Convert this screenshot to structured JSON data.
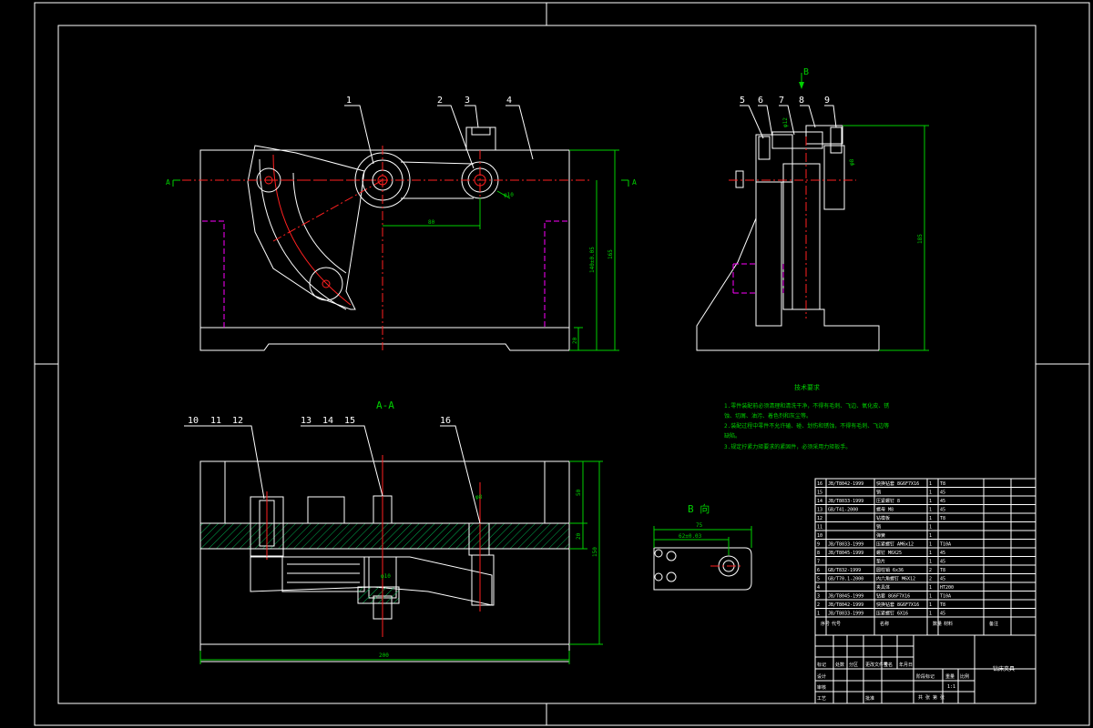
{
  "balloons_top": [
    "1",
    "2",
    "3",
    "4",
    "5",
    "6",
    "7",
    "8",
    "9"
  ],
  "balloons_bottom": [
    "10",
    "11",
    "12",
    "13",
    "14",
    "15",
    "16"
  ],
  "view_labels": {
    "section_aa": "A-A",
    "view_b": "B 向",
    "arrow_b": "B",
    "cut_left": "A",
    "cut_right": "A"
  },
  "dimensions": {
    "d80": "80",
    "d165": "165",
    "d140": "140±0.05",
    "d20_front": "20",
    "d185": "185",
    "d200": "200",
    "d50": "50",
    "d20_sec": "20",
    "d150": "150",
    "d75": "75",
    "d62": "62±0.03",
    "phi_a": "φ10",
    "phi_b": "φ8",
    "phi_c": "φ10",
    "phi_d": "φ12",
    "phi_e": "φ8"
  },
  "notes": {
    "title": "技术要求",
    "lines": [
      "1.零件装配前必须清理和清洗干净，不得有毛刺、飞边、氧化皮、锈",
      "蚀、切屑、油污、着色剂和灰尘等。",
      "2.装配过程中零件不允许磕、碰、划伤和锈蚀，不得有毛刺、飞边等",
      "缺陷。",
      "3.规定拧紧力矩要求的紧固件，必须采用力矩扳手。"
    ]
  },
  "bom": [
    [
      "16",
      "JB/T8042-1999",
      "快换钻套 8G6F7X16",
      "1",
      "T8",
      ""
    ],
    [
      "15",
      "",
      "销",
      "1",
      "45",
      ""
    ],
    [
      "14",
      "JB/T8033-1999",
      "压紧螺钉 8",
      "1",
      "45",
      ""
    ],
    [
      "13",
      "GB/T41-2000",
      "螺母 M8",
      "1",
      "45",
      ""
    ],
    [
      "12",
      "",
      "钻模板",
      "1",
      "T8",
      ""
    ],
    [
      "11",
      "",
      "销",
      "1",
      "",
      ""
    ],
    [
      "10",
      "",
      "弹簧",
      "1",
      "",
      ""
    ],
    [
      "9",
      "JB/T8033-1999",
      "压紧螺钉 AM6x12",
      "1",
      "T10A",
      ""
    ],
    [
      "8",
      "JB/T8045-1999",
      "螺钉 M6X25",
      "1",
      "45",
      ""
    ],
    [
      "7",
      "",
      "垫片",
      "1",
      "45",
      ""
    ],
    [
      "6",
      "GB/T832-1999",
      "圆柱销 6x36",
      "2",
      "T8",
      ""
    ],
    [
      "5",
      "GB/T70.1-2000",
      "内六角螺钉 M6X12",
      "2",
      "45",
      ""
    ],
    [
      "4",
      "",
      "夹具体",
      "1",
      "HT200",
      ""
    ],
    [
      "3",
      "JB/T8045-1999",
      "钻套 8G6F7X16",
      "1",
      "T10A",
      ""
    ],
    [
      "2",
      "JB/T8042-1999",
      "快换钻套 8G6F7X16",
      "1",
      "T8",
      ""
    ],
    [
      "1",
      "JB/T8033-1999",
      "压紧螺钉 6X16",
      "1",
      "45",
      ""
    ]
  ],
  "bom_header": [
    "序号",
    "代号",
    "名称",
    "数量",
    "材料",
    "备注"
  ],
  "title_block": {
    "drawing_name": "钻床夹具",
    "labels": [
      "标记",
      "处数",
      "分区",
      "更改文件号",
      "签名",
      "年月日",
      "设计",
      "审核",
      "工艺",
      "批准",
      "阶段标记",
      "重量",
      "比例"
    ],
    "scale": "1:1",
    "sheet": "共 张 第 张"
  }
}
